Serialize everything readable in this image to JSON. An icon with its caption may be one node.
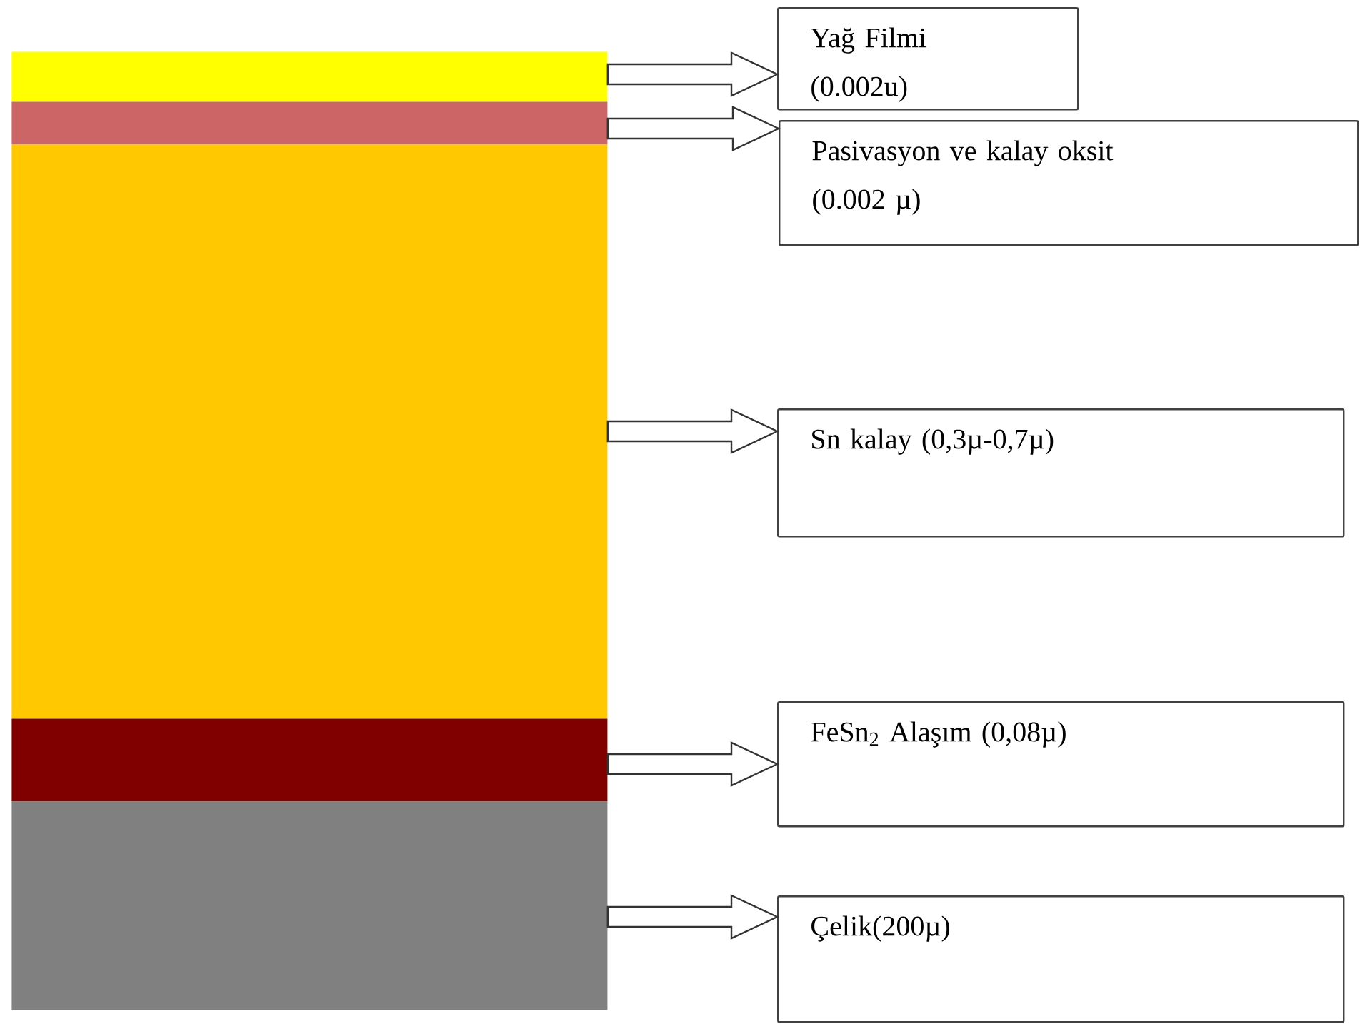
{
  "diagram": {
    "nodes": [
      {
        "text": [],
        "shape": "bar"
      },
      {
        "text": [],
        "shape": "bar"
      },
      {
        "text": [],
        "shape": "bar"
      },
      {
        "text": [],
        "shape": "bar"
      },
      {
        "text": [],
        "shape": "bar"
      },
      {
        "text": [
          "Yağ Filmi (0.002u)"
        ]
      },
      {
        "text": [
          "Pasivasyon ve kalay oksit (0.002 µ)"
        ]
      },
      {
        "text": [
          "Sn kalay (0,3µ-0,7µ)"
        ]
      },
      {
        "text": [
          "FeSn$_{2}$ Alaşım (0,08µ)"
        ]
      },
      {
        "text": [
          "Çelik(200µ)"
        ]
      }
    ],
    "edges": [
      {
        "from": 0,
        "to": 5,
        "arrow": "to"
      },
      {
        "from": 1,
        "to": 6,
        "arrow": "to"
      },
      {
        "from": 2,
        "to": 7,
        "arrow": "to"
      },
      {
        "from": 3,
        "to": 8,
        "arrow": "to"
      },
      {
        "from": 4,
        "to": 9,
        "arrow": "to"
      }
    ]
  }
}
